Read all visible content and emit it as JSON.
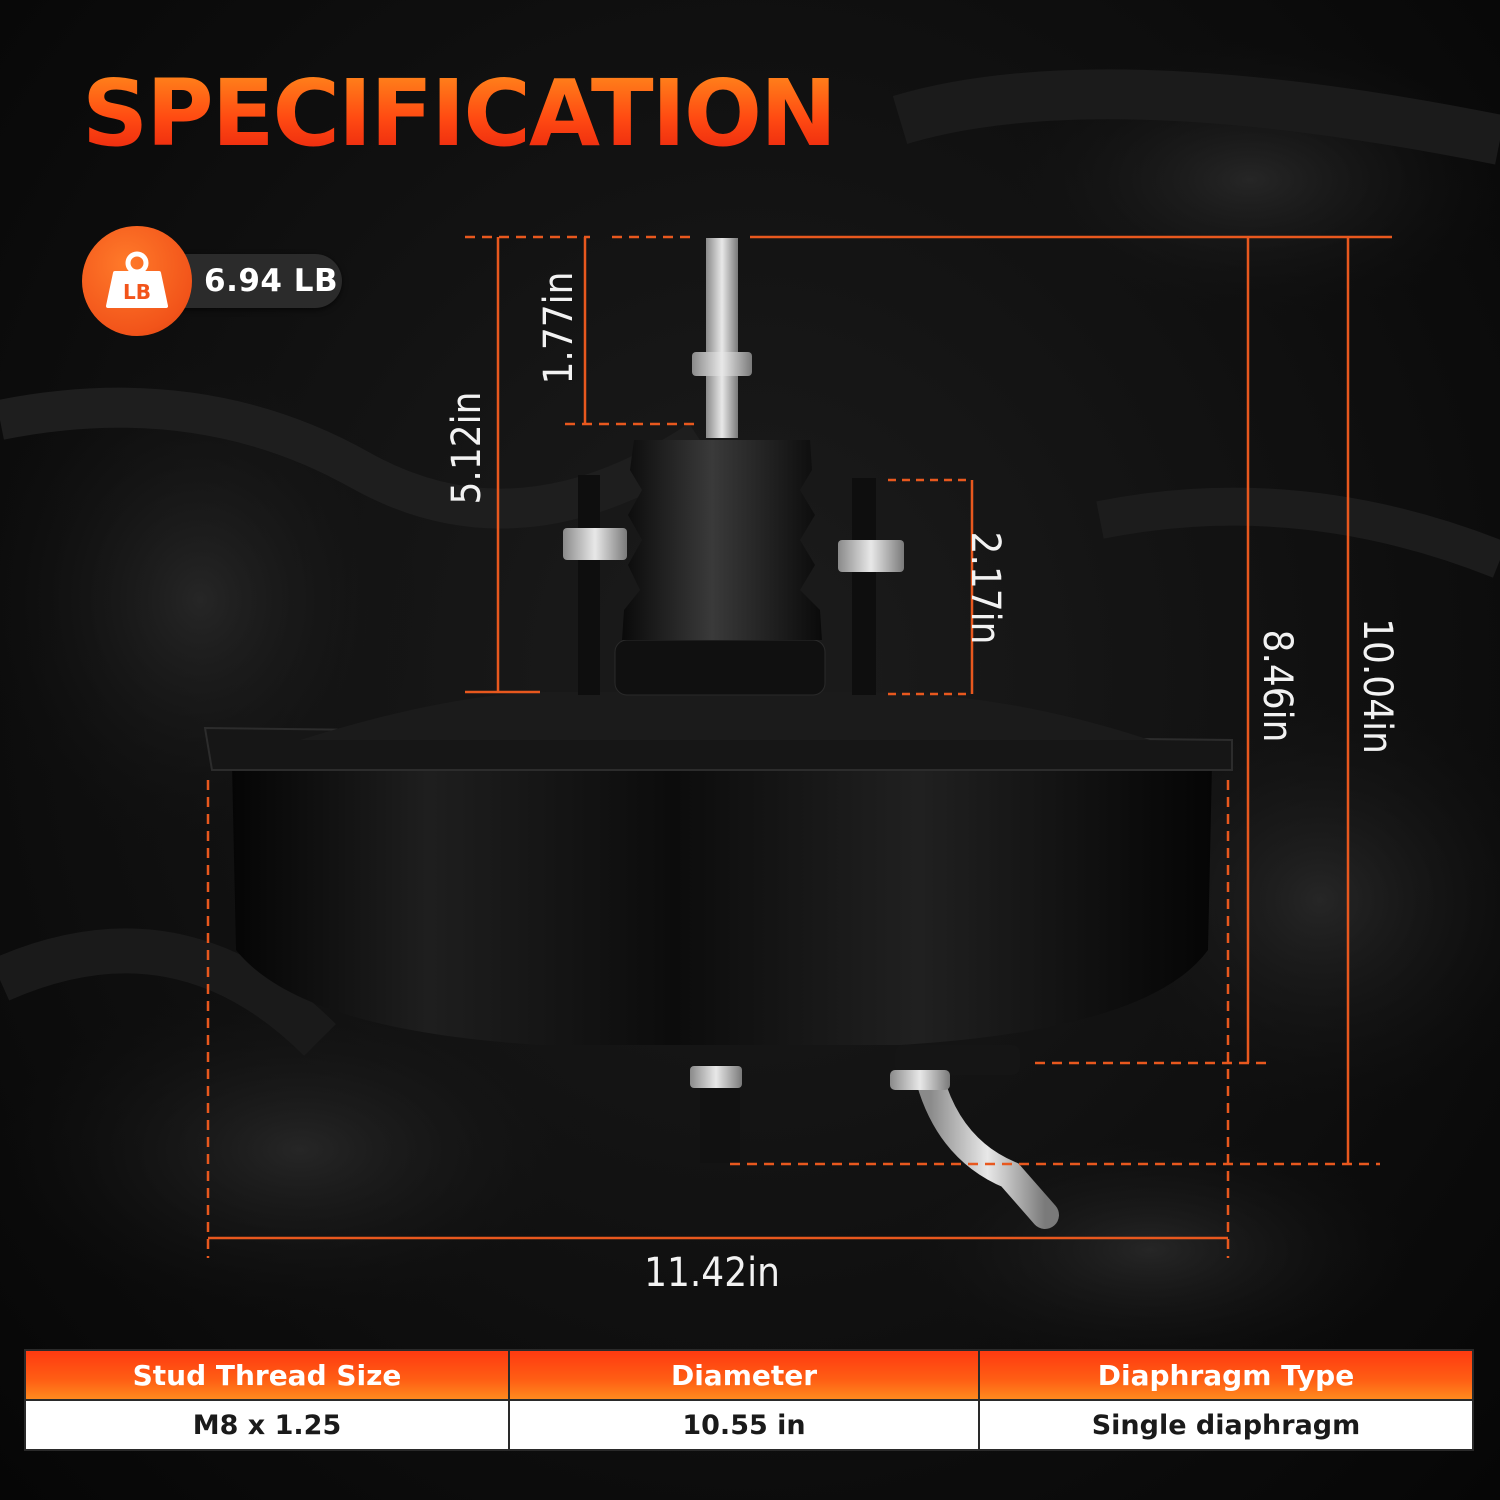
{
  "title": "SPECIFICATION",
  "weight": {
    "icon": "weight-icon",
    "icon_letters": "LB",
    "value": "6.94 LB"
  },
  "dimensions": {
    "stud_length": "1.77in",
    "top_height": "5.12in",
    "mount_stud_height": "2.17in",
    "body_height": "8.46in",
    "overall_height": "10.04in",
    "width": "11.42in"
  },
  "colors": {
    "accent": "#ff5a14",
    "dimension_line": "#e8581e",
    "background": "#0c0c0c"
  },
  "spec_table": {
    "headers": [
      "Stud Thread Size",
      "Diameter",
      "Diaphragm Type"
    ],
    "values": [
      "M8 x 1.25",
      "10.55 in",
      "Single diaphragm"
    ]
  }
}
